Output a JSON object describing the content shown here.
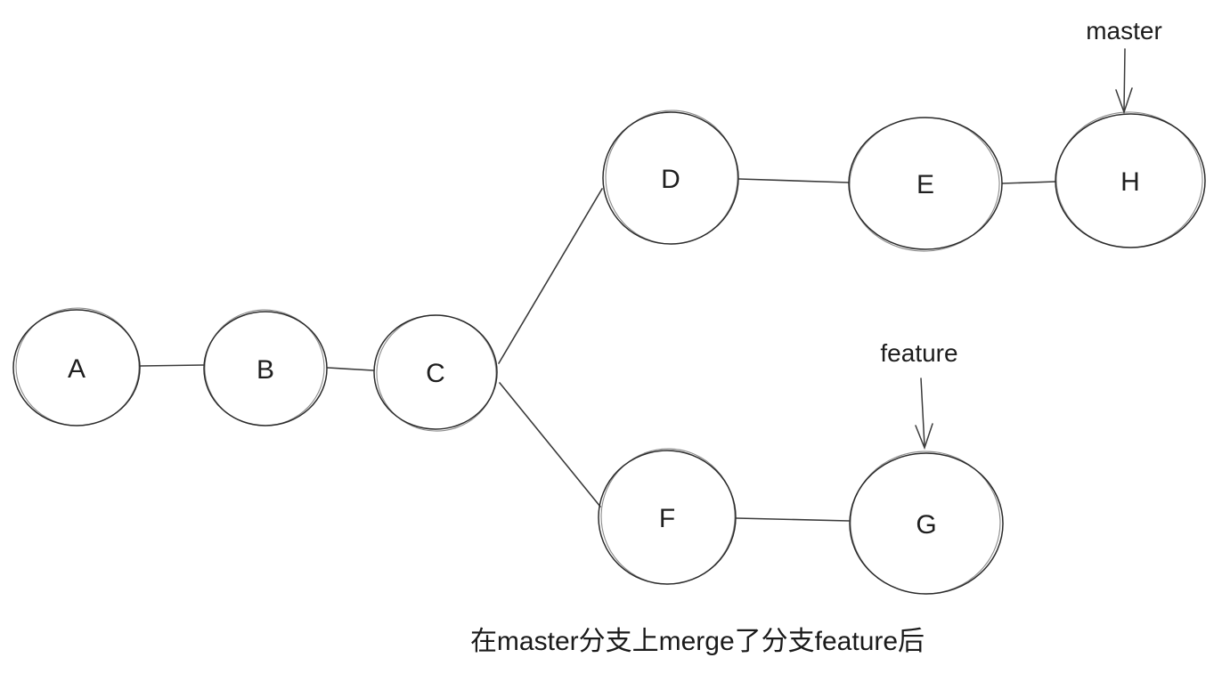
{
  "diagram": {
    "type": "git-commit-graph",
    "caption": "在master分支上merge了分支feature后",
    "nodes": [
      {
        "id": "A",
        "label": "A"
      },
      {
        "id": "B",
        "label": "B"
      },
      {
        "id": "C",
        "label": "C"
      },
      {
        "id": "D",
        "label": "D"
      },
      {
        "id": "E",
        "label": "E"
      },
      {
        "id": "F",
        "label": "F"
      },
      {
        "id": "G",
        "label": "G"
      },
      {
        "id": "H",
        "label": "H"
      }
    ],
    "edges": [
      {
        "from": "A",
        "to": "B"
      },
      {
        "from": "B",
        "to": "C"
      },
      {
        "from": "C",
        "to": "D"
      },
      {
        "from": "C",
        "to": "F"
      },
      {
        "from": "D",
        "to": "E"
      },
      {
        "from": "E",
        "to": "H"
      },
      {
        "from": "F",
        "to": "G"
      }
    ],
    "branch_pointers": [
      {
        "label": "master",
        "points_to": "H"
      },
      {
        "label": "feature",
        "points_to": "G"
      }
    ],
    "colors": {
      "stroke": "#2b2b2b",
      "text": "#1c1c1c",
      "background": "#ffffff"
    }
  }
}
